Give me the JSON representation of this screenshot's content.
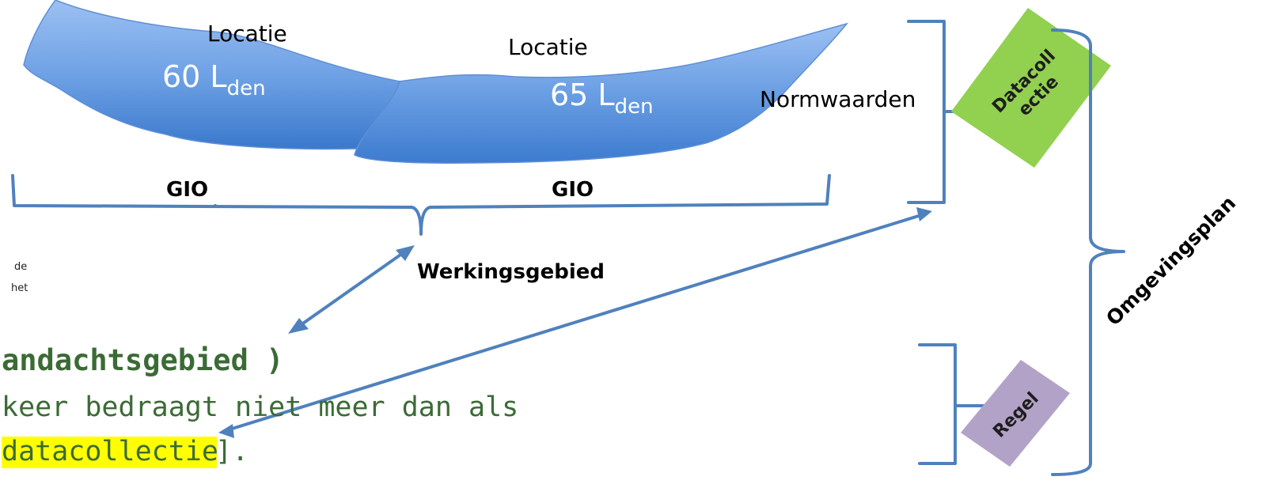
{
  "zones": {
    "left": {
      "location_label": "Locatie",
      "value": "60 L",
      "value_subscript": "den",
      "gio_label": "GIO"
    },
    "right": {
      "location_label": "Locatie",
      "value": "65 L",
      "value_subscript": "den",
      "gio_label": "GIO"
    }
  },
  "labels": {
    "werkingsgebied": "Werkingsgebied",
    "normwaarden": "Normwaarden",
    "datacollectie_line1": "Dataco",
    "datacollectie_line1b": "ll",
    "datacollectie_line2": "ectie",
    "regel": "Regel",
    "omgevingsplan": "Omgevingsplan"
  },
  "partial_text": {
    "side_line1": "de",
    "side_line2": "het",
    "heading": "andachtsgebied )",
    "body_line1": "keer bedraagt niet meer dan als",
    "body_line2_highlight": "datacollectie",
    "body_line2_end": "]."
  },
  "colors": {
    "accent_blue": "#4f81bd",
    "zone_blue_top": "#95b9f0",
    "zone_blue_bottom": "#3f7fd0",
    "tag_green": "#92d050",
    "tag_purple": "#b3a2c7",
    "text_green": "#3b6b35",
    "highlight_yellow": "#ffff00"
  }
}
